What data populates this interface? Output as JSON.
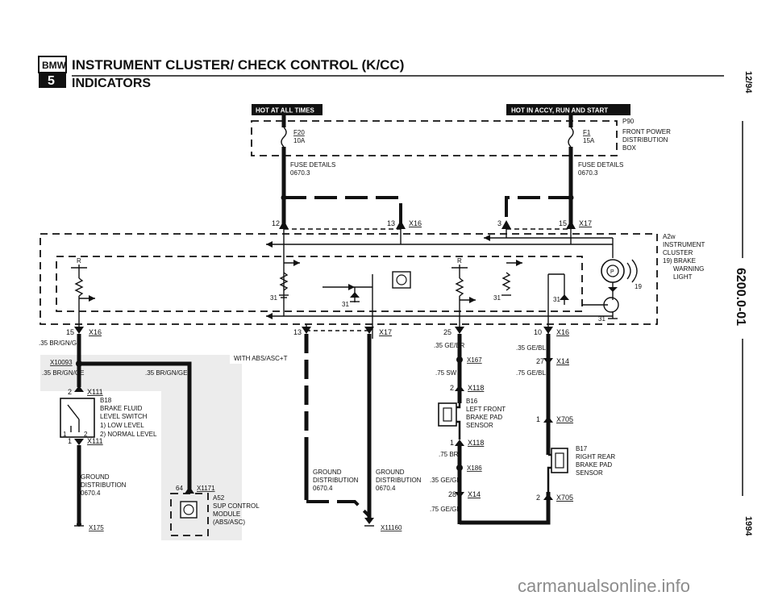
{
  "header": {
    "logo_top": "BMW",
    "logo_bottom": "5",
    "title": "INSTRUMENT CLUSTER/ CHECK CONTROL (K/CC)",
    "subtitle": "INDICATORS"
  },
  "side": {
    "date": "12/94",
    "code": "6200.0-01",
    "year": "1994"
  },
  "power": {
    "hot_at_all_times": "HOT AT ALL TIMES",
    "hot_in_accy": "HOT IN ACCY, RUN AND START"
  },
  "fuses": {
    "f20": "F20",
    "f20_amp": "10A",
    "f1": "F1",
    "f1_amp": "15A",
    "fuse_details_1": "FUSE DETAILS",
    "fuse_ref_1": "0670.3",
    "fuse_details_2": "FUSE DETAILS",
    "fuse_ref_2": "0670.3",
    "p90": "P90",
    "p90_desc": [
      "FRONT POWER",
      "DISTRIBUTION",
      "BOX"
    ]
  },
  "cluster": {
    "a2w": "A2w",
    "desc": [
      "INSTRUMENT",
      "CLUSTER",
      "19) BRAKE",
      "WARNING",
      "LIGHT"
    ],
    "pin19": "19",
    "r1": "R",
    "r2": "R"
  },
  "pins": {
    "p12": "12",
    "p13": "13",
    "x16a": "X16",
    "p3": "3",
    "p15a": "15",
    "x17a": "X17",
    "g31a": "31",
    "g31b": "31",
    "g31c": "31",
    "g31d": "31",
    "g31e": "31",
    "p15b": "15",
    "x16b": "X16",
    "p13b": "13",
    "x17b": "X17",
    "p25": "25",
    "p10": "10",
    "x16c": "X16",
    "x10093": "X10093",
    "with_abs": "WITH ABS/ASC+T",
    "p2a": "2",
    "x111a": "X111",
    "p1a": "1",
    "x111b": "X111",
    "x167": "X167",
    "p27": "27",
    "x14a": "X14",
    "p2b": "2",
    "x118a": "X118",
    "p1b": "1",
    "x705a": "X705",
    "p1c": "1",
    "x118b": "X118",
    "x186": "X186",
    "p28": "28",
    "x14b": "X14",
    "p2c": "2",
    "x705b": "X705",
    "p64": "64",
    "x1171": "X1171",
    "x175": "X175",
    "x11160": "X11160"
  },
  "wires": {
    "w1": ".35 BR/GN/GE",
    "w2": ".35 BR/GN/GE",
    "w3": ".35 BR/GN/GE",
    "w4": ".35 GE/BR",
    "w5": ".35 GE/BL",
    "w6": ".75 SW",
    "w7": ".75 GE/BL",
    "w8": ".75 BR",
    "w9": ".35 GE/GN",
    "w10": ".75 GE/GN"
  },
  "components": {
    "b18_id": "B18",
    "b18_desc": [
      "BRAKE FLUID",
      "LEVEL SWITCH",
      "1)  LOW LEVEL",
      "2)  NORMAL LEVEL"
    ],
    "sw1": "1",
    "sw2": "2",
    "b16_id": "B16",
    "b16_desc": [
      "LEFT FRONT",
      "BRAKE PAD",
      "SENSOR"
    ],
    "b17_id": "B17",
    "b17_desc": [
      "RIGHT REAR",
      "BRAKE PAD",
      "SENSOR"
    ],
    "a52_id": "A52",
    "a52_desc": [
      "SUP CONTROL",
      "MODULE",
      "(ABS/ASC)"
    ],
    "ground1": [
      "GROUND",
      "DISTRIBUTION",
      "0670.4"
    ],
    "ground2": [
      "GROUND",
      "DISTRIBUTION",
      "0670.4"
    ],
    "ground3": [
      "GROUND",
      "DISTRIBUTION",
      "0670.4"
    ]
  },
  "watermark": "carmanualsonline.info"
}
